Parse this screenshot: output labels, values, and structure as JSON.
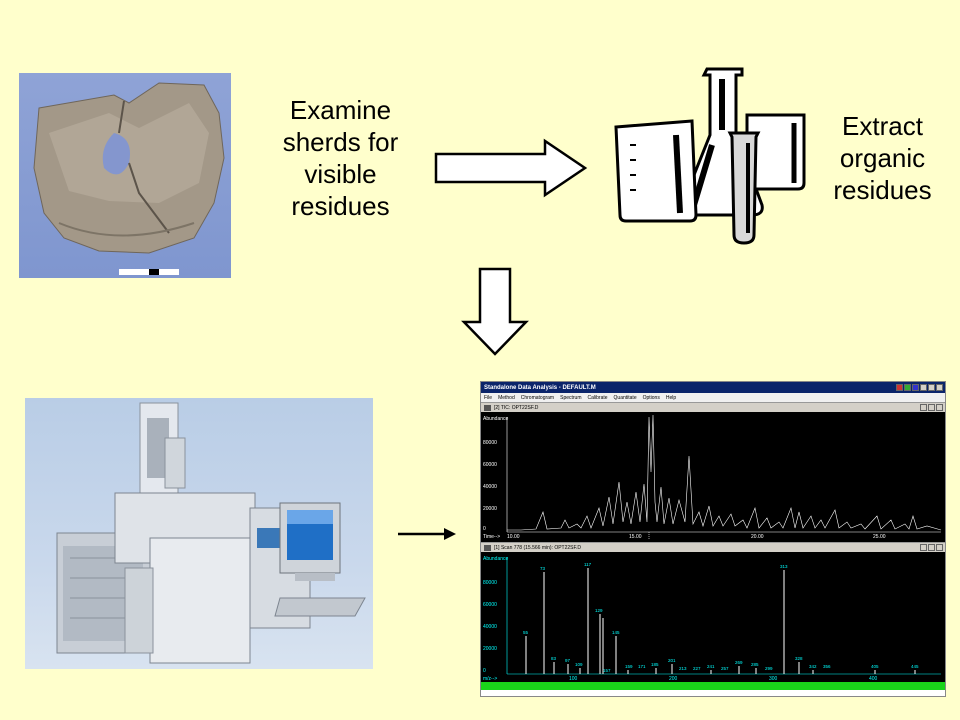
{
  "steps": {
    "examine": [
      "Examine",
      "sherds for",
      "visible",
      "residues"
    ],
    "extract": [
      "Extract",
      "organic",
      "residues"
    ]
  },
  "software": {
    "window_title": "Standalone Data Analysis - DEFAULT.M",
    "menu": [
      "File",
      "Method",
      "Chromatogram",
      "Spectrum",
      "Calibrate",
      "Quantitate",
      "Options",
      "Help"
    ],
    "tic_title": "[2] TIC: OPT22SF.D",
    "scan_title": "[1] Scan 778 (15.566 min): OPT22SF.D",
    "tic_y_label": "Abundance",
    "tic_x_label": "Time-->",
    "tic_y_ticks": [
      "0",
      "20000",
      "40000",
      "60000",
      "80000"
    ],
    "tic_x_ticks": [
      "10.00",
      "15.00",
      "20.00",
      "25.00"
    ],
    "ms_y_label": "Abundance",
    "ms_x_label": "m/z-->",
    "ms_y_ticks": [
      "0",
      "20000",
      "40000",
      "60000",
      "80000"
    ],
    "ms_x_ticks": [
      "100",
      "200",
      "300",
      "400"
    ],
    "ms_peak_labels": [
      "55",
      "73",
      "83",
      "97",
      "109",
      "117",
      "129",
      "145",
      "157",
      "159",
      "171",
      "185",
      "201",
      "213",
      "227",
      "241",
      "257",
      "269",
      "285",
      "299",
      "313",
      "328",
      "342",
      "356",
      "405",
      "445"
    ]
  }
}
